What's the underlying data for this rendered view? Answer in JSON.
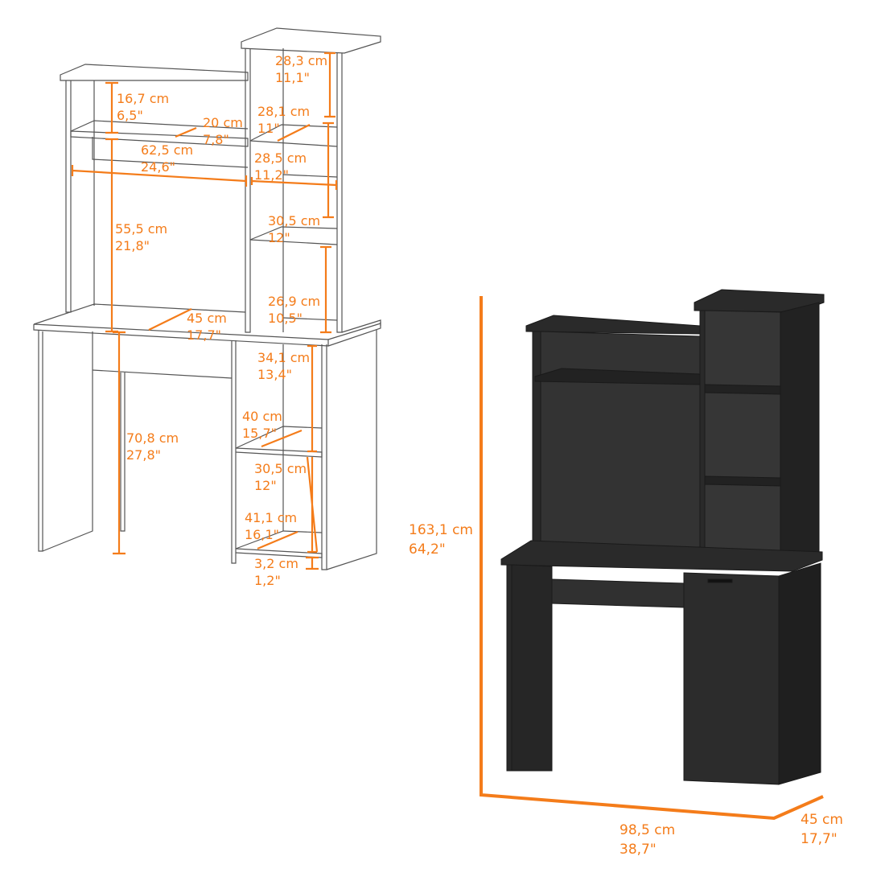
{
  "colors": {
    "accent": "#f47c1a",
    "line": "#555555",
    "furniture": "#2a2a2a"
  },
  "line_drawing": {
    "hutch_top_shelf": {
      "cm": "16,7 cm",
      "in": "6,5\""
    },
    "hutch_shelf_depth": {
      "cm": "20 cm",
      "in": "7,8\""
    },
    "hutch_width": {
      "cm": "62,5 cm",
      "in": "24,6\""
    },
    "hutch_height": {
      "cm": "55,5 cm",
      "in": "21,8\""
    },
    "tower_top_cubby": {
      "cm": "28,3 cm",
      "in": "11,1\""
    },
    "tower_depth": {
      "cm": "28,1 cm",
      "in": "11\""
    },
    "tower_width": {
      "cm": "28,5 cm",
      "in": "11,2\""
    },
    "tower_mid_cubby": {
      "cm": "30,5 cm",
      "in": "12\""
    },
    "tower_bottom_cubby": {
      "cm": "26,9 cm",
      "in": "10,5\""
    },
    "desk_depth": {
      "cm": "45 cm",
      "in": "17,7\""
    },
    "cabinet_top": {
      "cm": "34,1 cm",
      "in": "13,4\""
    },
    "cabinet_shelf_depth": {
      "cm": "40 cm",
      "in": "15,7\""
    },
    "cabinet_bottom": {
      "cm": "30,5 cm",
      "in": "12\""
    },
    "cabinet_base_depth": {
      "cm": "41,1 cm",
      "in": "16,1\""
    },
    "base_clearance": {
      "cm": "3,2 cm",
      "in": "1,2\""
    },
    "desk_height": {
      "cm": "70,8 cm",
      "in": "27,8\""
    }
  },
  "product_render": {
    "overall_height": {
      "cm": "163,1 cm",
      "in": "64,2\""
    },
    "overall_width": {
      "cm": "98,5 cm",
      "in": "38,7\""
    },
    "overall_depth": {
      "cm": "45 cm",
      "in": "17,7\""
    }
  }
}
